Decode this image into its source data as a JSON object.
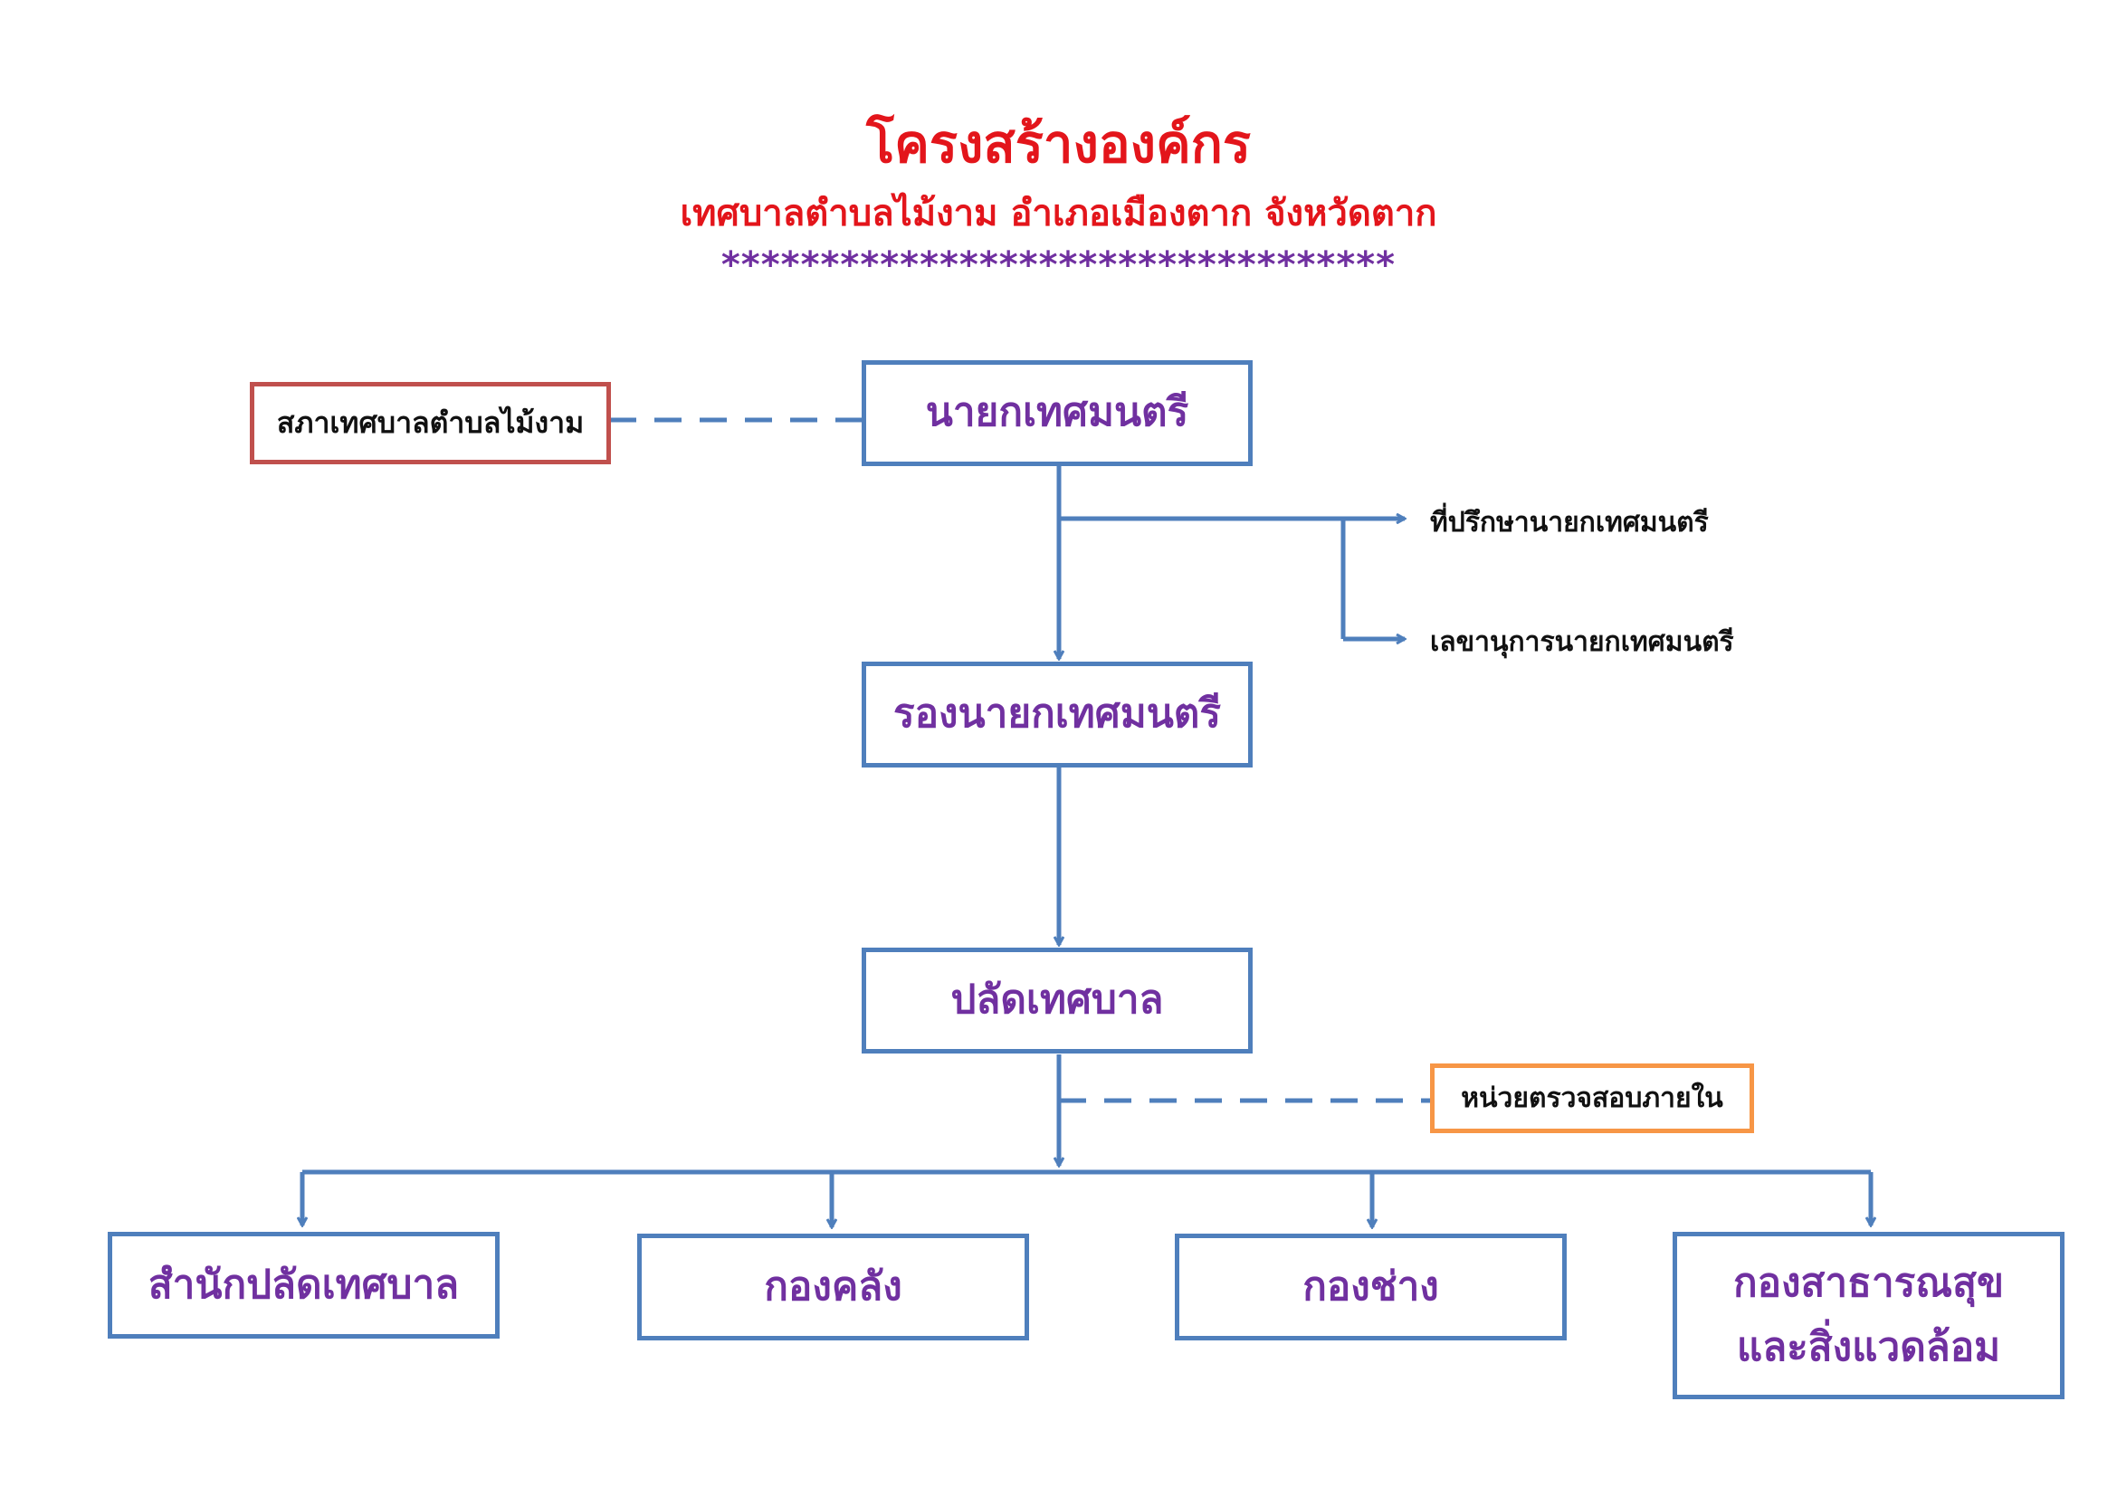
{
  "header": {
    "title": "โครงสร้างองค์กร",
    "subtitle": "เทศบาลตำบลไม้งาม  อำเภอเมืองตาก  จังหวัดตาก",
    "stars": "**********************************"
  },
  "nodes": {
    "council": "สภาเทศบาลตำบลไม้งาม",
    "mayor": "นายกเทศมนตรี",
    "advisor": "ที่ปรึกษานายกเทศมนตรี",
    "secretary": "เลขานุการนายกเทศมนตรี",
    "deputy_mayor": "รองนายกเทศมนตรี",
    "clerk": "ปลัดเทศบาล",
    "internal_audit": "หน่วยตรวจสอบภายใน",
    "clerk_office": "สำนักปลัดเทศบาล",
    "finance": "กองคลัง",
    "engineering": "กองช่าง",
    "health_line1": "กองสาธารณสุข",
    "health_line2": "และสิ่งแวดล้อม"
  },
  "colors": {
    "title": "#e3151b",
    "accent_text": "#7030a0",
    "line": "#4f7fbc",
    "council_border": "#c0504d",
    "audit_border": "#f79646"
  }
}
